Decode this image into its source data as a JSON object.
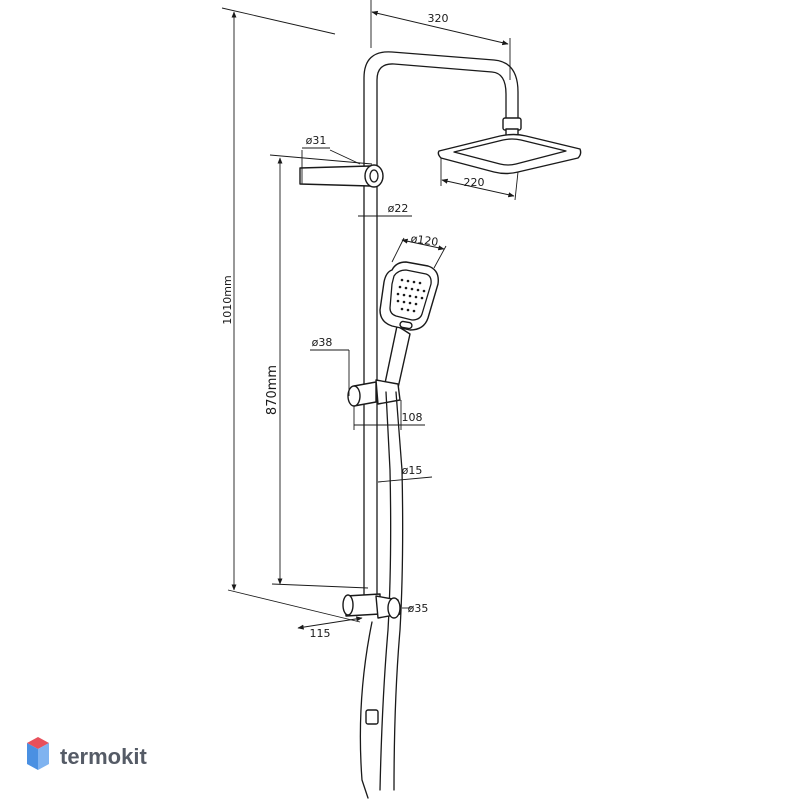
{
  "dimensions": {
    "overall_height": "1010mm",
    "rail_height": "870mm",
    "arm_reach": "320",
    "head_size": "220",
    "top_bracket_dia": "ø31",
    "rail_dia": "ø22",
    "hand_shower_dia": "ø120",
    "slider_dia": "ø38",
    "slider_offset": "108",
    "hose_dia": "ø15",
    "bottom_bracket_dia": "ø35",
    "bottom_offset": "115"
  },
  "brand": {
    "logo_text": "termokit",
    "colors": {
      "top": "#e8505b",
      "left": "#4a90e2",
      "right": "#7fb3f0",
      "text": "#555b66"
    }
  }
}
